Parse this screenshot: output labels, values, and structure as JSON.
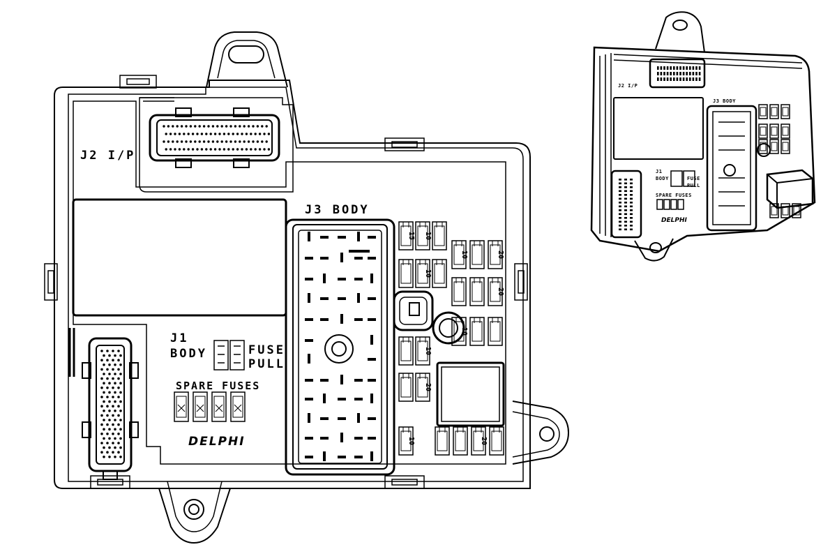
{
  "main_view": {
    "j2_label": "J2 I/P",
    "j3_label": "J3 BODY",
    "j1_label_line1": "J1",
    "j1_label_line2": "BODY",
    "fuse_pull_line1": "FUSE",
    "fuse_pull_line2": "PULL",
    "spare_fuses_label": "SPARE FUSES",
    "brand": "DELPHI",
    "fuses": [
      {
        "id": "f1",
        "text": "15"
      },
      {
        "id": "f2",
        "text": "10"
      },
      {
        "id": "f3",
        "text": "10"
      },
      {
        "id": "f4",
        "text": "20"
      },
      {
        "id": "f5",
        "text": "10"
      },
      {
        "id": "f6",
        "text": "20"
      },
      {
        "id": "f7",
        "text": "10"
      },
      {
        "id": "f8",
        "text": "10"
      },
      {
        "id": "f9",
        "text": "10"
      },
      {
        "id": "f10",
        "text": "20"
      },
      {
        "id": "f11",
        "text": "20"
      }
    ]
  },
  "side_view": {
    "j2_label": "J2 I/P",
    "j3_label": "J3 BODY",
    "j1_label_line1": "J1",
    "j1_label_line2": "BODY",
    "fuse_label_line1": "FUSE",
    "fuse_label_line2": "PULL",
    "spare_fuses_label": "SPARE FUSES",
    "brand": "DELPHI"
  }
}
